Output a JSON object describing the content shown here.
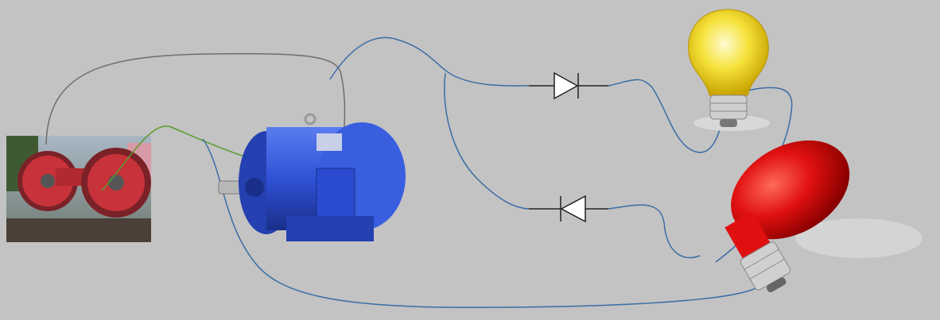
{
  "colors": {
    "background": "#c3c3c3",
    "wire_blue": "#3a6ea5",
    "wire_gray": "#6e6e6e",
    "wire_green": "#5a9a2a",
    "motor_blue": "#2f52d6",
    "bulb_yellow": "#f5e23a",
    "bulb_red": "#e01010",
    "wheel_red": "#c8323a"
  },
  "icons": [
    "train-wheels-photo",
    "electric-motor",
    "diode-forward",
    "diode-reverse",
    "yellow-light-bulb",
    "red-light-bulb"
  ]
}
